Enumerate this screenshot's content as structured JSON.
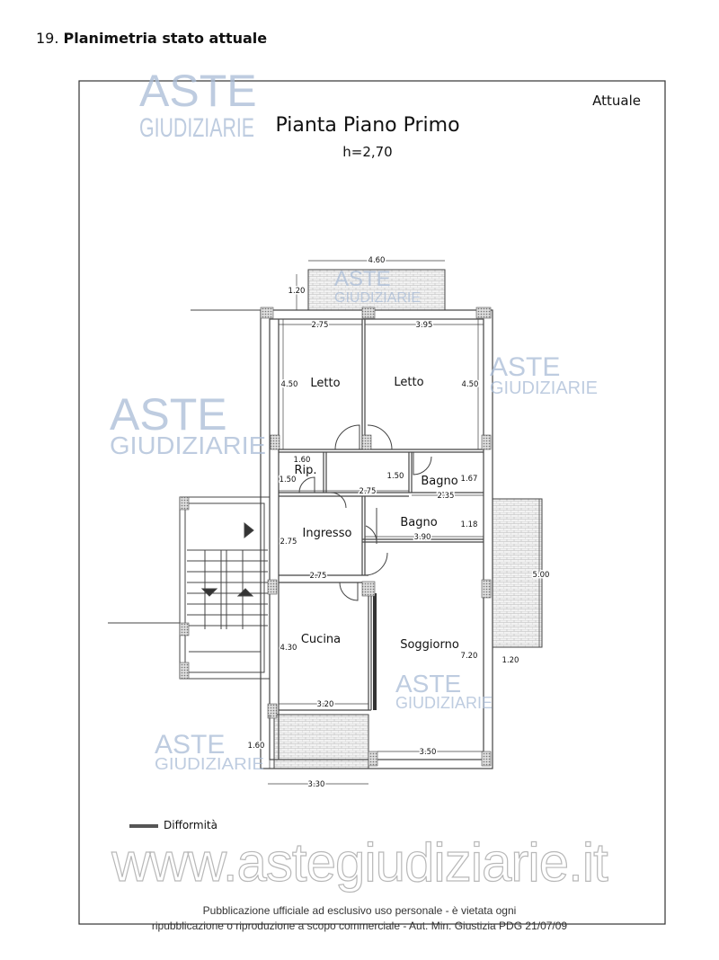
{
  "heading": {
    "number": "19.",
    "title": "Planimetria stato attuale"
  },
  "plan": {
    "title": "Pianta Piano Primo",
    "height": "h=2,70",
    "state": "Attuale",
    "rooms": [
      "Letto",
      "Letto",
      "Rip.",
      "Bagno",
      "Bagno",
      "Ingresso",
      "Cucina",
      "Soggiorno"
    ],
    "dimensions": [
      "4.60",
      "1.20",
      "2.75",
      "3.95",
      "4.50",
      "4.50",
      "1.60",
      "1.50",
      "1.50",
      "2.75",
      "2.35",
      "1.67",
      "3.90",
      "1.18",
      "2.75",
      "2.75",
      "5.00",
      "4.30",
      "7.20",
      "1.20",
      "3.20",
      "1.60",
      "3.50",
      "3.30"
    ],
    "legend": "Difformità"
  },
  "watermark": {
    "line1": "ASTE",
    "line2": "GIUDIZIARIE",
    "url": "www.astegiudiziarie.it"
  },
  "footer": {
    "line1": "Pubblicazione ufficiale ad esclusivo uso personale - è vietata ogni",
    "line2": "ripubblicazione o riproduzione a scopo commerciale - Aut. Min. Giustizia PDG 21/07/09"
  }
}
